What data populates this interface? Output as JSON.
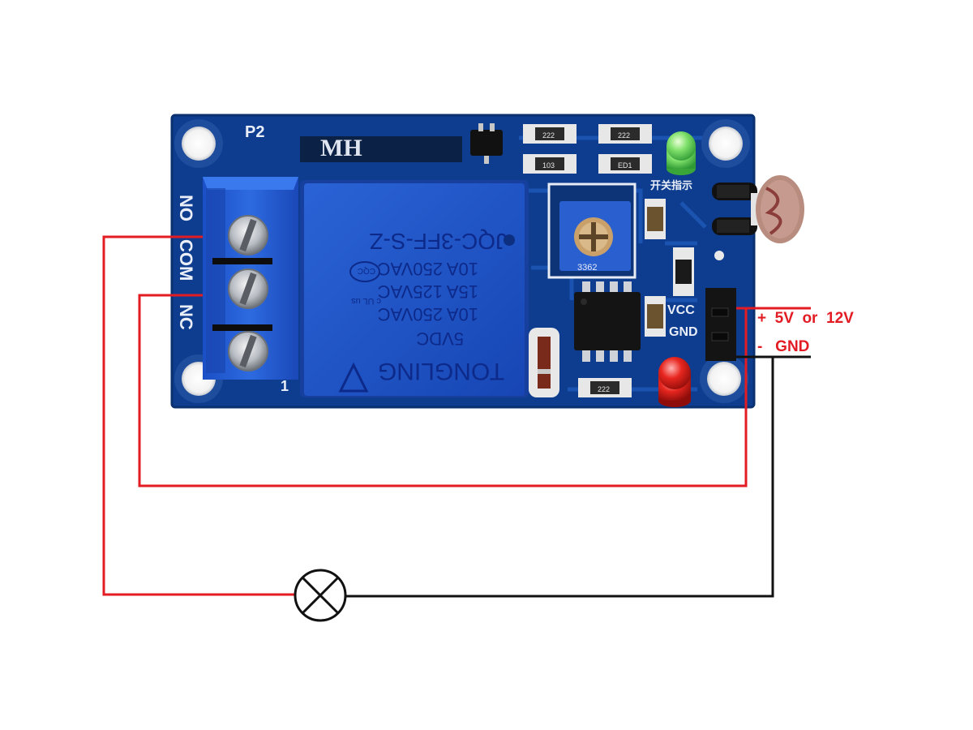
{
  "board": {
    "silkscreen": {
      "connector": "P2",
      "brand": "MH",
      "terminal_no": "NO",
      "terminal_com": "COM",
      "terminal_nc": "NC",
      "pin_one": "1",
      "vcc": "VCC",
      "gnd": "GND",
      "switch_indicator": "开关指示",
      "pot_code": "3362",
      "resistor_1": "222",
      "resistor_2": "222",
      "resistor_3": "103",
      "resistor_4": "ED1",
      "resistor_5": "222"
    },
    "relay": {
      "model": "JQC-3FF-S-Z",
      "rating_1": "10A 250VAC",
      "rating_2": "15A 125VAC",
      "rating_3": "10A 250VAC",
      "rating_4": "5VDC",
      "brand": "TONGLING",
      "cqc": "CQC",
      "ul": "c UL us"
    }
  },
  "power": {
    "plus_label": "+  5V  or  12V",
    "minus_label": "-   GND"
  },
  "colors": {
    "pcb": "#0e3d8f",
    "terminal_block": "#2360d8",
    "relay": "#1f56cc",
    "live_wire": "#e31b23",
    "neutral_wire": "#111111"
  },
  "icons": {
    "lamp": "lamp-icon"
  }
}
